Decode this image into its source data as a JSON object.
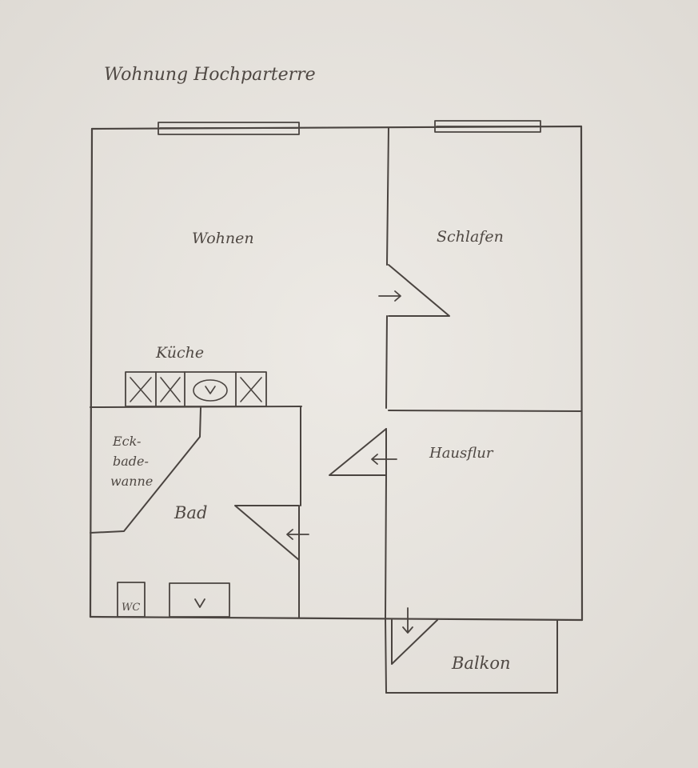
{
  "title": "Wohnung Hochparterre",
  "rooms": {
    "wohnen": "Wohnen",
    "schlafen": "Schlafen",
    "kueche": "Küche",
    "bad": "Bad",
    "eckbadewanne": [
      "Eck-",
      "bade-",
      "wanne"
    ],
    "hausflur": "Hausflur",
    "balkon": "Balkon"
  },
  "fixtures": {
    "wc": "WC"
  },
  "colors": {
    "paper": "#e9e6e1",
    "pencil": "#4a4440"
  }
}
